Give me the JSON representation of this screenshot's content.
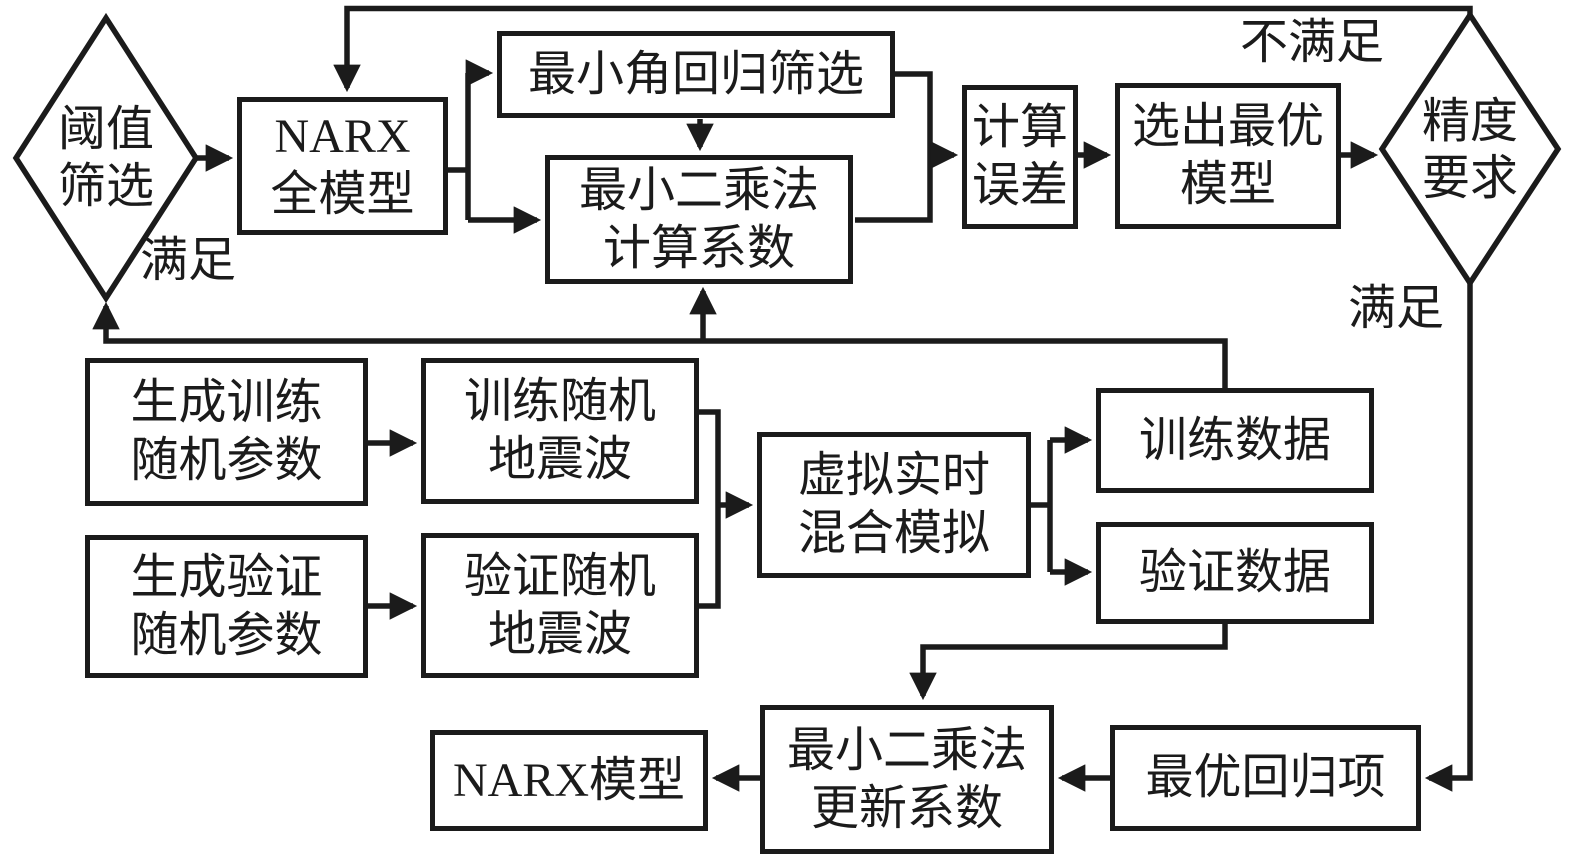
{
  "diagram": {
    "kind": "flowchart",
    "colors": {
      "line": "#1b1b1b",
      "background": "#ffffff",
      "text": "#1b1b1b"
    }
  },
  "nodes": {
    "threshold": {
      "shape": "diamond",
      "lines": [
        "阈值",
        "筛选"
      ]
    },
    "narx_full": {
      "shape": "rect",
      "lines": [
        "NARX",
        "全模型"
      ]
    },
    "lars": {
      "shape": "rect",
      "lines": [
        "最小角回归筛选"
      ]
    },
    "ls_calc": {
      "shape": "rect",
      "lines": [
        "最小二乘法",
        "计算系数"
      ]
    },
    "calc_error": {
      "shape": "rect",
      "lines": [
        "计算",
        "误差"
      ]
    },
    "select_optimal": {
      "shape": "rect",
      "lines": [
        "选出最优",
        "模型"
      ]
    },
    "accuracy": {
      "shape": "diamond",
      "lines": [
        "精度",
        "要求"
      ]
    },
    "gen_train": {
      "shape": "rect",
      "lines": [
        "生成训练",
        "随机参数"
      ]
    },
    "train_wave": {
      "shape": "rect",
      "lines": [
        "训练随机",
        "地震波"
      ]
    },
    "gen_valid": {
      "shape": "rect",
      "lines": [
        "生成验证",
        "随机参数"
      ]
    },
    "valid_wave": {
      "shape": "rect",
      "lines": [
        "验证随机",
        "地震波"
      ]
    },
    "vrt_sim": {
      "shape": "rect",
      "lines": [
        "虚拟实时",
        "混合模拟"
      ]
    },
    "train_data": {
      "shape": "rect",
      "lines": [
        "训练数据"
      ]
    },
    "valid_data": {
      "shape": "rect",
      "lines": [
        "验证数据"
      ]
    },
    "narx_model": {
      "shape": "rect",
      "lines": [
        "NARX模型"
      ]
    },
    "ls_update": {
      "shape": "rect",
      "lines": [
        "最小二乘法",
        "更新系数"
      ]
    },
    "opt_regression": {
      "shape": "rect",
      "lines": [
        "最优回归项"
      ]
    }
  },
  "edge_labels": {
    "threshold_satisfied": "满足",
    "accuracy_not_satisfied": "不满足",
    "accuracy_satisfied": "满足"
  }
}
